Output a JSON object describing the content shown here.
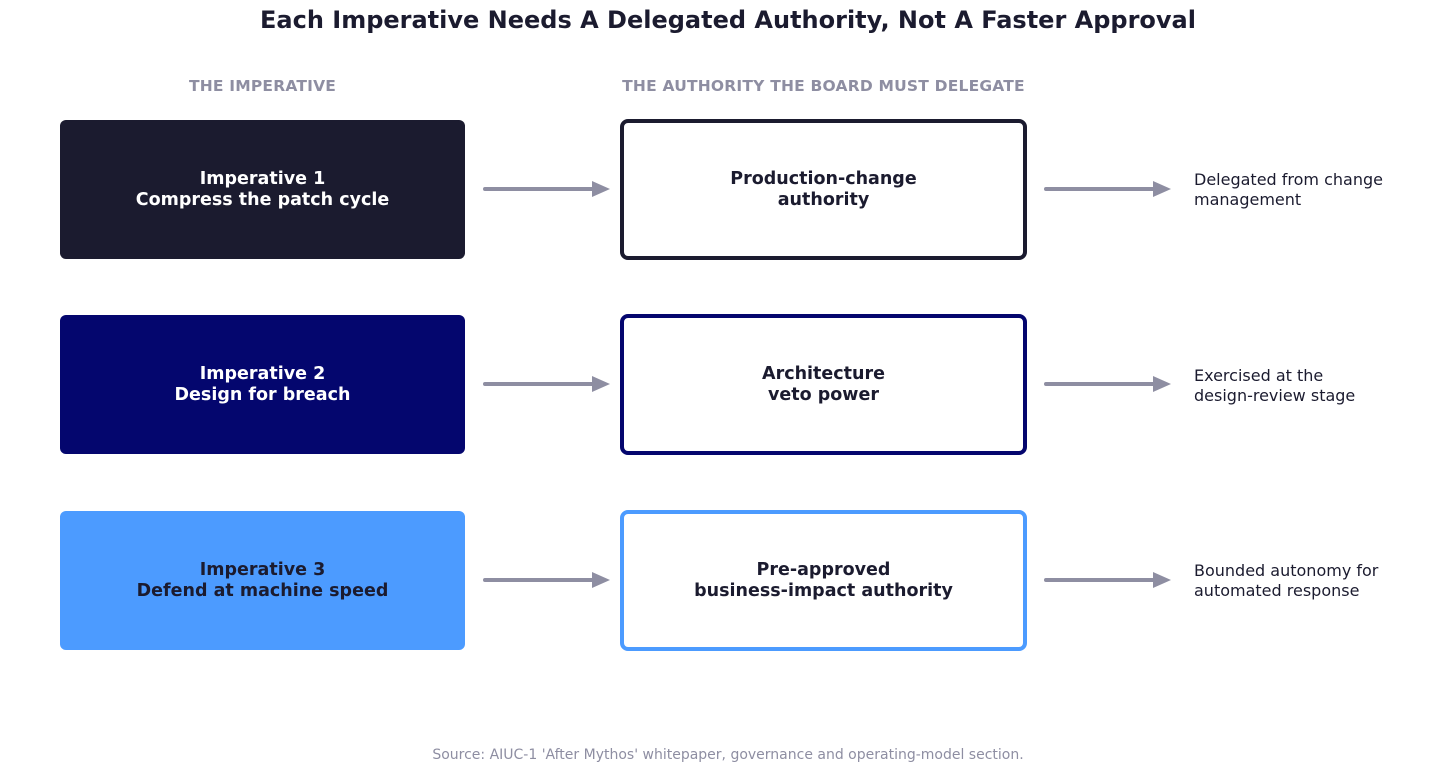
{
  "title": "Each Imperative Needs A Delegated Authority, Not A Faster Approval",
  "columns": {
    "imperative": "THE IMPERATIVE",
    "authority": "THE AUTHORITY THE BOARD MUST DELEGATE"
  },
  "rows": [
    {
      "imperative_line1": "Imperative 1",
      "imperative_line2": "Compress the patch cycle",
      "authority_line1": "Production-change",
      "authority_line2": "authority",
      "note_line1": "Delegated from change",
      "note_line2": "management",
      "color": "#1b1b2f",
      "text_color": "#ffffff"
    },
    {
      "imperative_line1": "Imperative 2",
      "imperative_line2": "Design for breach",
      "authority_line1": "Architecture",
      "authority_line2": "veto power",
      "note_line1": "Exercised at the",
      "note_line2": "design-review stage",
      "color": "#04066e",
      "text_color": "#ffffff"
    },
    {
      "imperative_line1": "Imperative 3",
      "imperative_line2": "Defend at machine speed",
      "authority_line1": "Pre-approved",
      "authority_line2": "business-impact authority",
      "note_line1": "Bounded autonomy for",
      "note_line2": "automated response",
      "color": "#4c9bff",
      "text_color": "#1b1b2f"
    }
  ],
  "arrow_color": "#8e8ea2",
  "source": "Source: AIUC-1 'After Mythos' whitepaper, governance and operating-model section."
}
